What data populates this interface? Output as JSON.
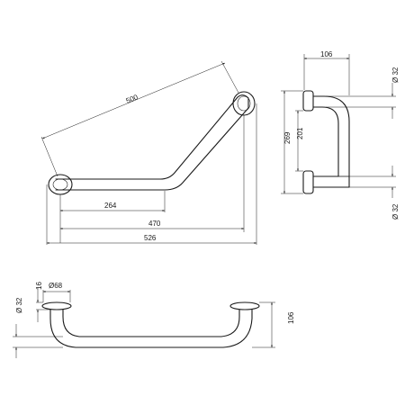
{
  "dimensions": {
    "diagonal_length": "500",
    "inner_length": "264",
    "mid_length": "470",
    "overall_length": "526",
    "side_width": "106",
    "side_tube_top": "Ø 32",
    "side_height_outer": "269",
    "side_height_inner": "201",
    "side_tube_bottom": "Ø 32",
    "flange_diameter": "Ø68",
    "flange_thickness": "16",
    "front_tube": "Ø 32",
    "front_height": "106"
  }
}
